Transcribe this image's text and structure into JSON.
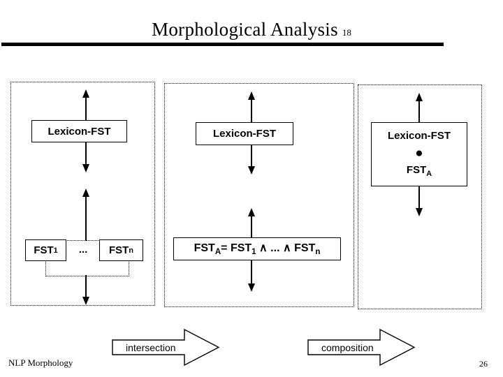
{
  "slide": {
    "title": "Morphological Analysis",
    "title_number": "18",
    "footer_left": "NLP  Morphology",
    "page_number": "26"
  },
  "panels": [
    {
      "id": "panel-1",
      "lexicon_label": "Lexicon-FST",
      "fst_first": {
        "base": "FST",
        "sub": "1"
      },
      "fst_last": {
        "base": "FST",
        "sub": "n"
      },
      "ellipsis": "..."
    },
    {
      "id": "panel-2",
      "lexicon_label": "Lexicon-FST",
      "formula": {
        "lhs_base": "FST",
        "lhs_sub": "A",
        "equals": "= ",
        "term1_base": "FST",
        "term1_sub": "1",
        "op1": " ∧ ",
        "ellipsis": "...",
        "op2": " ∧ ",
        "term2_base": "FST",
        "term2_sub": "n"
      }
    },
    {
      "id": "panel-3",
      "lexicon_label": "Lexicon-FST",
      "compose_operator": "●",
      "result_base": "FST",
      "result_sub": "A"
    }
  ],
  "block_arrows": [
    {
      "label": "intersection"
    },
    {
      "label": "composition"
    }
  ],
  "colors": {
    "ink": "#000000",
    "background": "#ffffff"
  }
}
